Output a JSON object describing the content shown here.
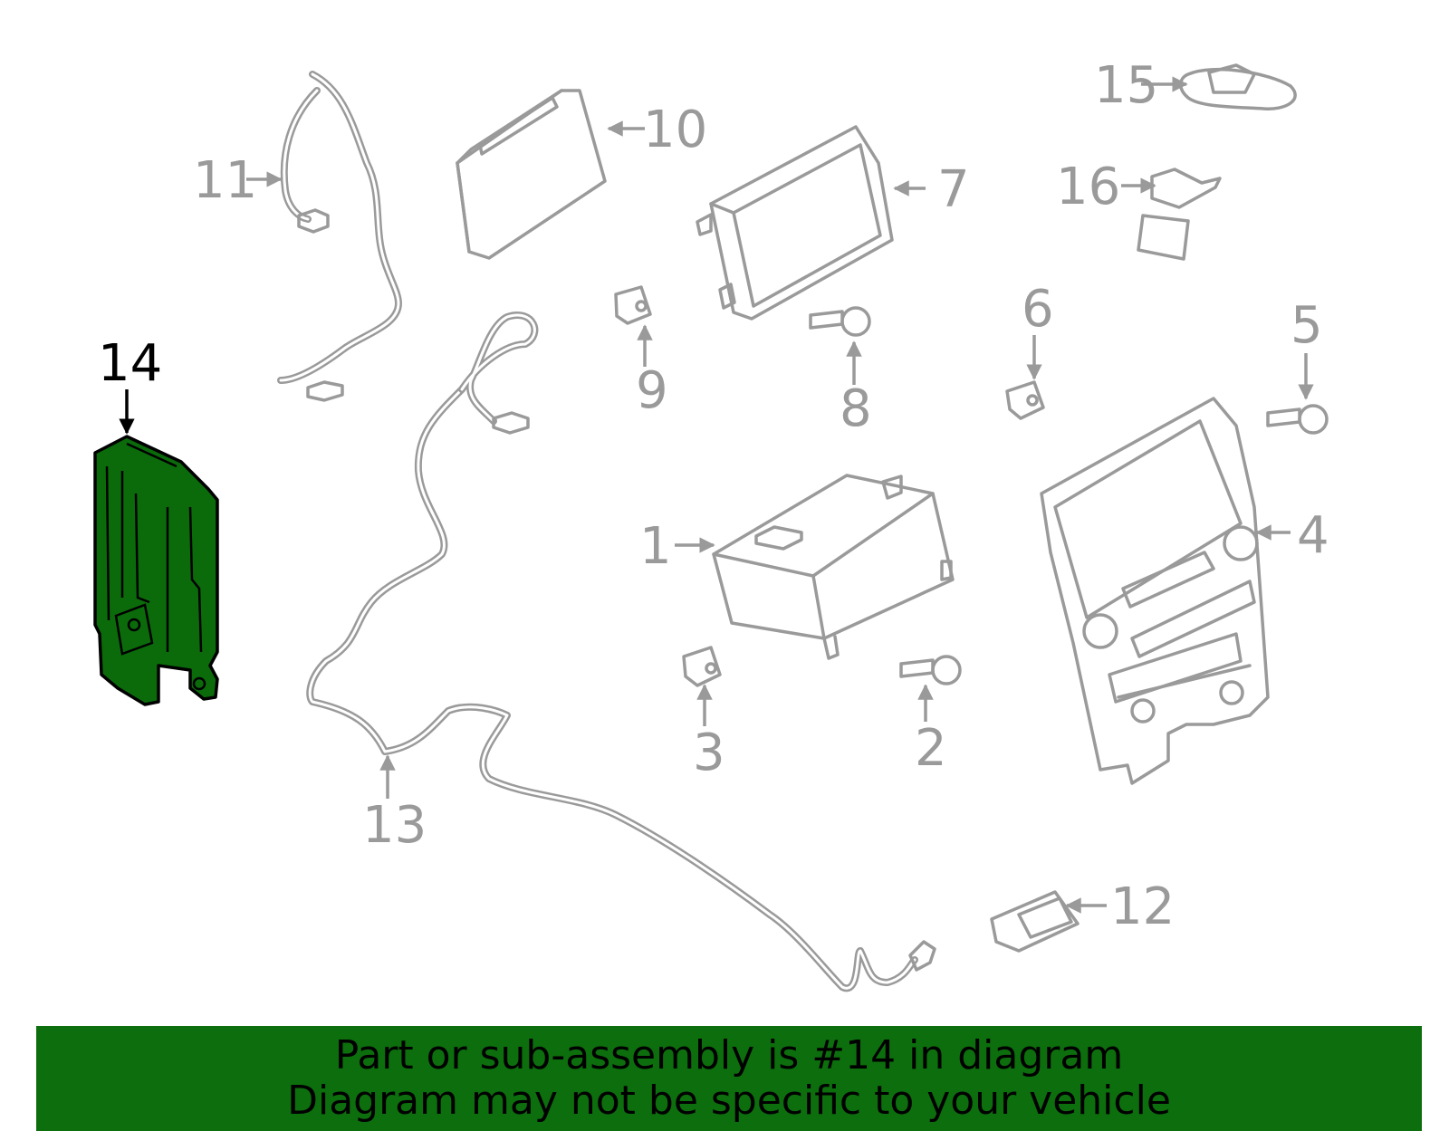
{
  "diagram": {
    "highlight_color": "#0b6b0b",
    "part_color": "#9a9a9a",
    "callouts": [
      "1",
      "2",
      "3",
      "4",
      "5",
      "6",
      "7",
      "8",
      "9",
      "10",
      "11",
      "12",
      "13",
      "14",
      "15",
      "16"
    ],
    "highlighted_callout": "14"
  },
  "banner": {
    "line1": "Part or sub-assembly is #14 in diagram",
    "line2": "Diagram may not be specific to your vehicle",
    "background": "#0d6e0d"
  }
}
